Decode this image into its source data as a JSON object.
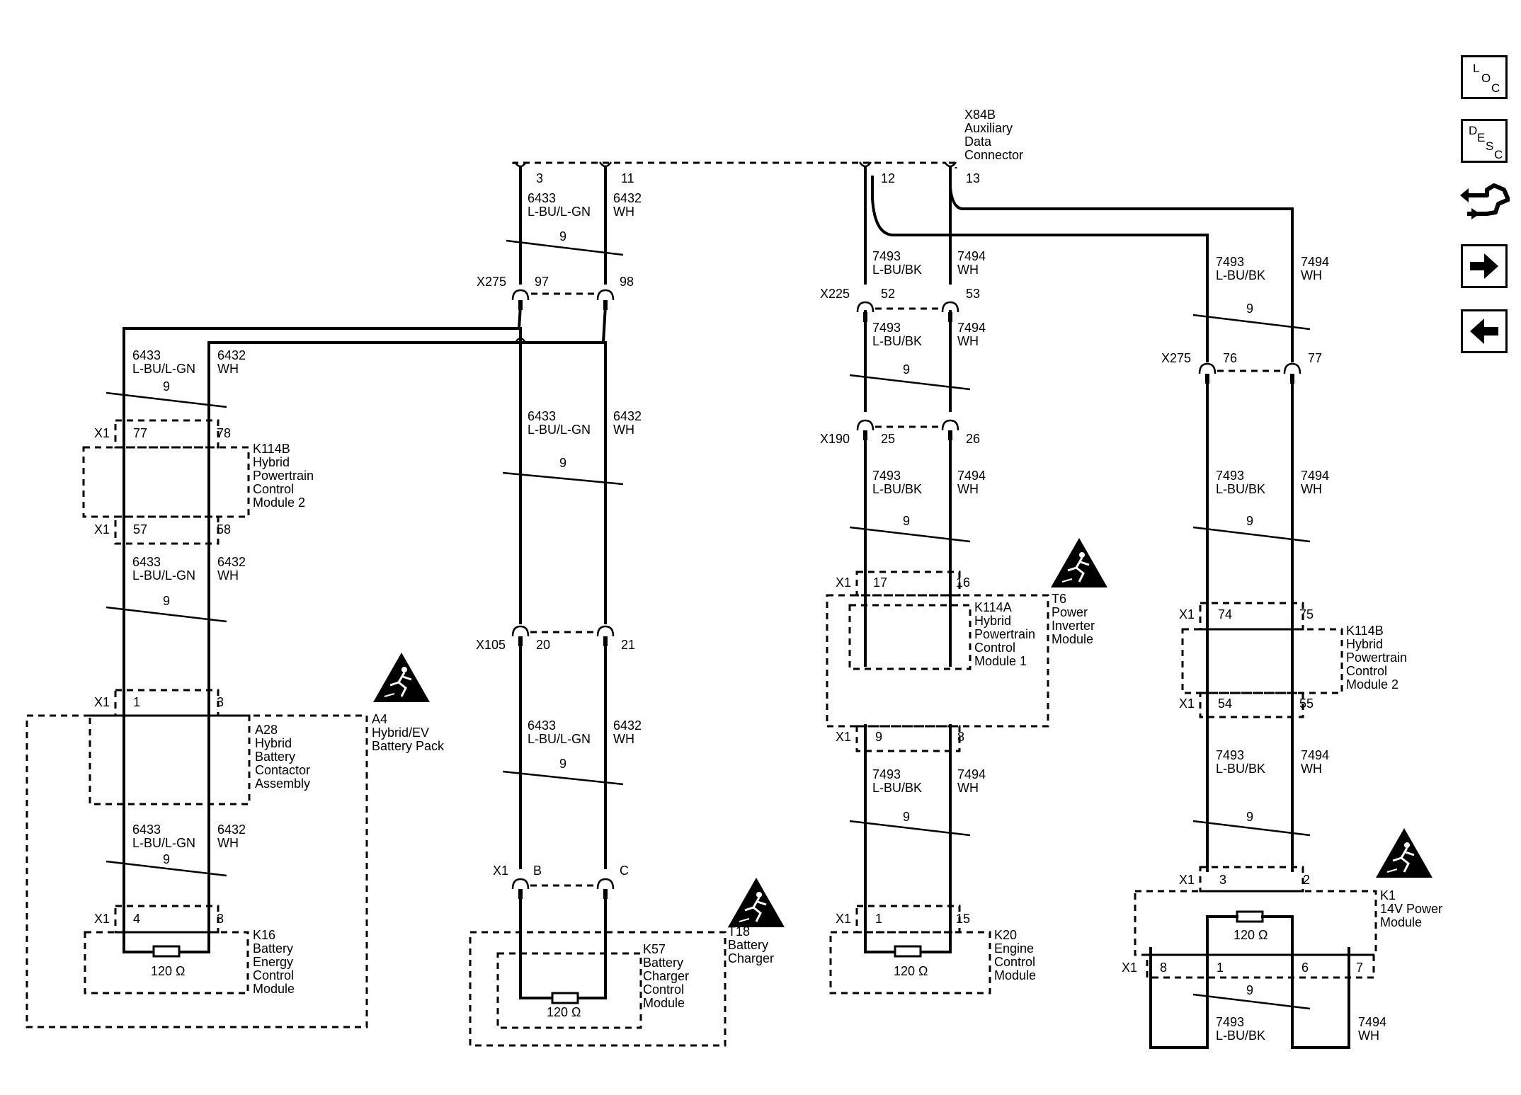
{
  "nav": {
    "loc": [
      "L",
      "O",
      "C"
    ],
    "desc": [
      "D",
      "E",
      "S",
      "C"
    ]
  },
  "connectors": {
    "x84b": [
      "X84B",
      "Auxiliary",
      "Data",
      "Connector"
    ],
    "x275": "X275",
    "x225": "X225",
    "x190": "X190",
    "x105": "X105",
    "x1": "X1"
  },
  "pins": {
    "p3": "3",
    "p11": "11",
    "p12": "12",
    "p13": "13",
    "p97": "97",
    "p98": "98",
    "p52": "52",
    "p53": "53",
    "p76": "76",
    "p77": "77",
    "p25": "25",
    "p26": "26",
    "p20": "20",
    "p21": "21",
    "p17": "17",
    "p16": "16",
    "p74": "74",
    "p75": "75",
    "p54": "54",
    "p55": "55",
    "p9": "9",
    "p8": "8",
    "p1": "1",
    "p15": "15",
    "p77b": "77",
    "p78": "78",
    "p57": "57",
    "p58": "58",
    "pB": "B",
    "pC": "C",
    "p4": "4",
    "p2": "2",
    "p6": "6",
    "p7": "7"
  },
  "wires": {
    "w6433": "6433",
    "lbu_lgn": "L-BU/L-GN",
    "w6432": "6432",
    "wh": "WH",
    "w7493": "7493",
    "lbu_bk": "L-BU/BK",
    "w7494": "7494",
    "twist": "9"
  },
  "modules": {
    "k114b": [
      "K114B",
      "Hybrid",
      "Powertrain",
      "Control",
      "Module 2"
    ],
    "a28": [
      "A28",
      "Hybrid",
      "Battery",
      "Contactor",
      "Assembly"
    ],
    "a4": [
      "A4",
      "Hybrid/EV",
      "Battery Pack"
    ],
    "k16": [
      "K16",
      "Battery",
      "Energy",
      "Control",
      "Module"
    ],
    "t18": [
      "T18",
      "Battery",
      "Charger"
    ],
    "k57": [
      "K57",
      "Battery",
      "Charger",
      "Control",
      "Module"
    ],
    "k114a": [
      "K114A",
      "Hybrid",
      "Powertrain",
      "Control",
      "Module 1"
    ],
    "t6": [
      "T6",
      "Power",
      "Inverter",
      "Module"
    ],
    "k20": [
      "K20",
      "Engine",
      "Control",
      "Module"
    ],
    "k1": [
      "K1",
      "14V Power",
      "Module"
    ]
  },
  "resistor": "120 Ω"
}
